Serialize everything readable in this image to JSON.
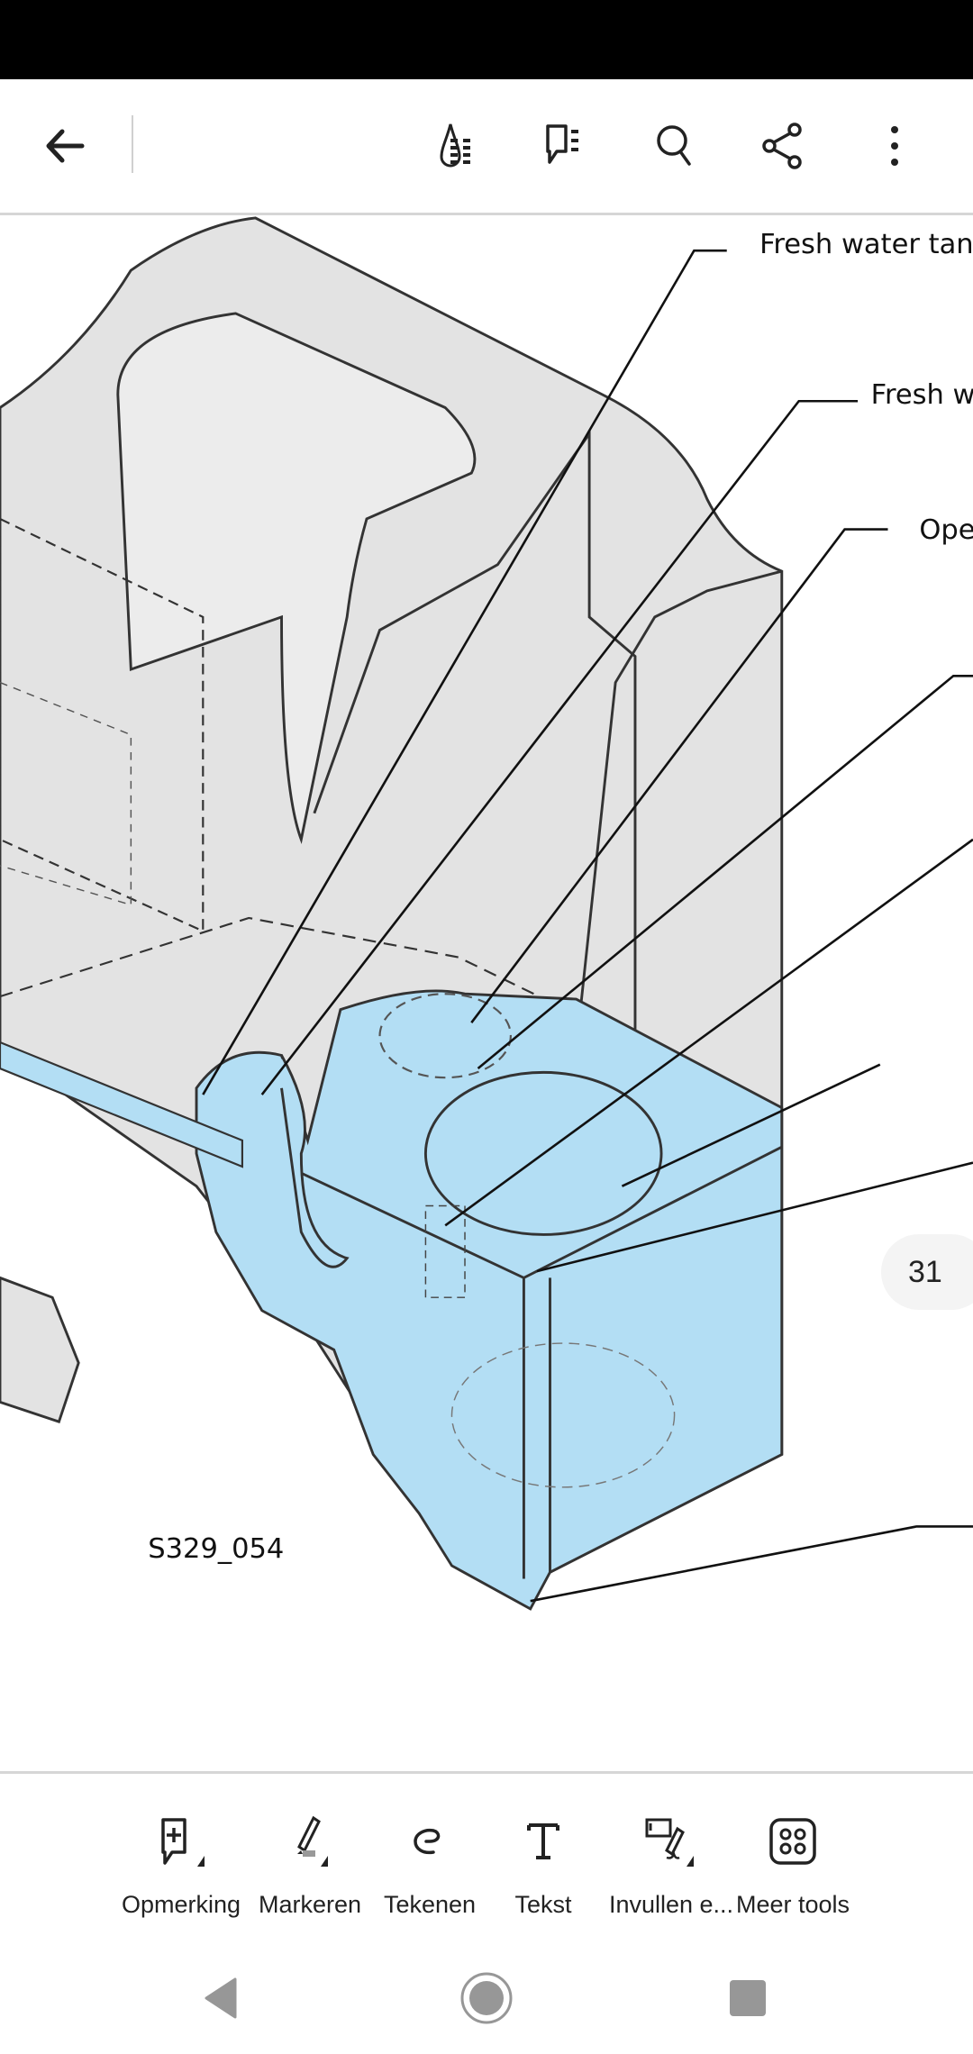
{
  "topbar": {
    "icons": [
      "back-arrow-icon",
      "liquid-mode-icon",
      "comments-list-icon",
      "search-icon",
      "share-icon",
      "more-options-icon"
    ]
  },
  "document": {
    "figure_id": "S329_054",
    "labels": {
      "fresh_water_tank": "Fresh water tan",
      "fresh_water": "Fresh w",
      "opening": "Ope"
    },
    "page_number": "31",
    "colors": {
      "tank_gray": "#e3e3e3",
      "water_blue": "#b3def4"
    }
  },
  "tools": [
    {
      "label": "Opmerking",
      "icon": "add-comment-icon"
    },
    {
      "label": "Markeren",
      "icon": "highlighter-icon"
    },
    {
      "label": "Tekenen",
      "icon": "draw-icon"
    },
    {
      "label": "Tekst",
      "icon": "text-icon"
    },
    {
      "label": "Invullen e...",
      "icon": "fill-sign-icon"
    },
    {
      "label": "Meer tools",
      "icon": "more-tools-icon"
    }
  ],
  "navbar": {
    "icons": [
      "nav-back-icon",
      "nav-home-icon",
      "nav-recents-icon"
    ]
  }
}
